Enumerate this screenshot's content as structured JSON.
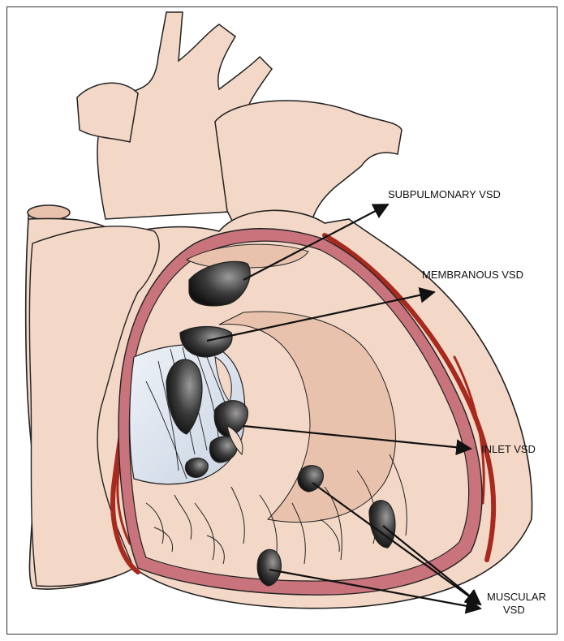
{
  "labels": {
    "subpulmonary": "SUBPULMONARY VSD",
    "membranous": "MEMBRANOUS VSD",
    "inlet": "INLET VSD",
    "muscular_line1": "MUSCULAR",
    "muscular_line2": "VSD"
  },
  "colors": {
    "tissue": "#f3d7c7",
    "tissue_dark": "#e8c2ad",
    "wall": "#c9737c",
    "vessel": "#a82a1e",
    "septum": "#dde4ee",
    "outline": "#222222",
    "hole": "#2b2b2b"
  }
}
